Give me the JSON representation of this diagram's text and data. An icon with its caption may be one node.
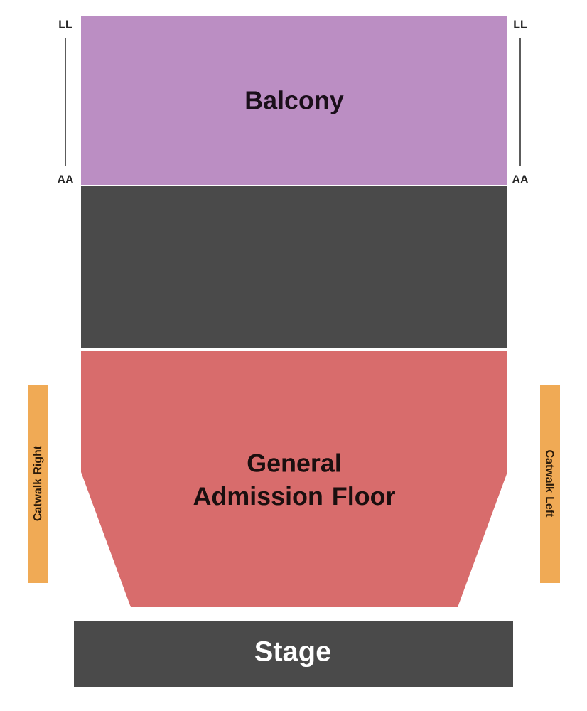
{
  "diagram": {
    "nodes": [
      {
        "text": [
          "Balcony"
        ]
      },
      {
        "text": [],
        "shape": "box"
      },
      {
        "text": [
          "General Admission Floor"
        ]
      },
      {
        "text": [
          "Catwalk Right"
        ]
      },
      {
        "text": [
          "Catwalk Left"
        ]
      },
      {
        "text": [
          "Stage"
        ]
      }
    ],
    "labels": [
      "LL",
      "LL",
      "AA",
      "AA"
    ]
  }
}
